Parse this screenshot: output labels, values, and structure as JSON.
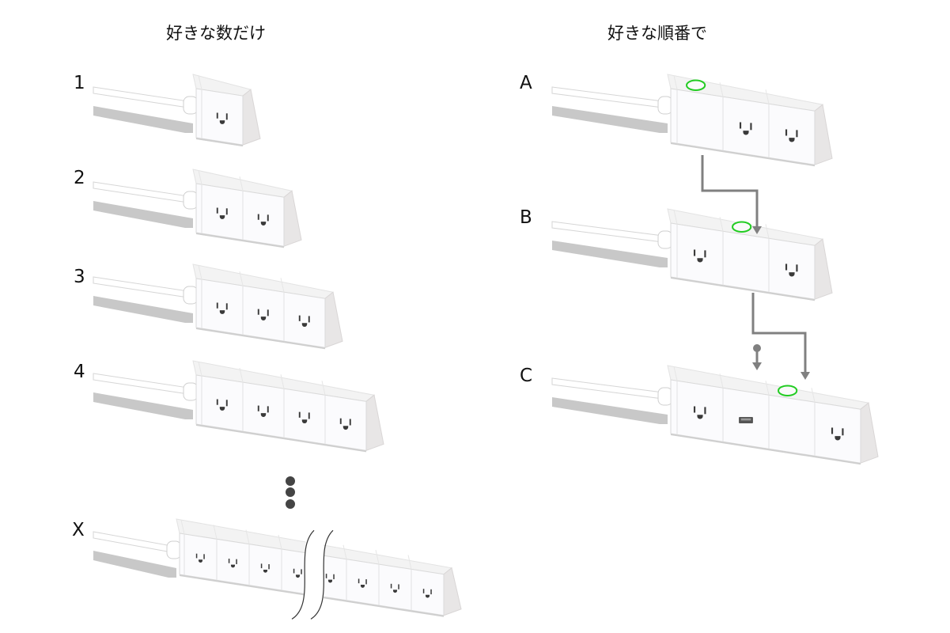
{
  "titles": {
    "left": "好きな数だけ",
    "right": "好きな順番で"
  },
  "left_column": {
    "strips": [
      {
        "label": "1",
        "modules": [
          "outlet"
        ]
      },
      {
        "label": "2",
        "modules": [
          "outlet",
          "outlet"
        ]
      },
      {
        "label": "3",
        "modules": [
          "outlet",
          "outlet",
          "outlet"
        ]
      },
      {
        "label": "4",
        "modules": [
          "outlet",
          "outlet",
          "outlet",
          "outlet"
        ]
      }
    ],
    "ellipsis": "more-dots",
    "extended": {
      "label": "X",
      "modules": [
        "outlet",
        "outlet",
        "outlet",
        "outlet",
        "break",
        "outlet",
        "outlet",
        "outlet",
        "outlet"
      ]
    }
  },
  "right_column": {
    "strips": [
      {
        "label": "A",
        "modules": [
          "switch",
          "outlet",
          "outlet"
        ]
      },
      {
        "label": "B",
        "modules": [
          "outlet",
          "switch",
          "outlet"
        ]
      },
      {
        "label": "C",
        "modules": [
          "outlet",
          "usb",
          "switch",
          "outlet"
        ]
      }
    ],
    "arrows": [
      {
        "from": "A.switch",
        "to": "B.switch"
      },
      {
        "from": "B.switch",
        "to": "C.switch"
      },
      {
        "from": "inserted",
        "to": "C.usb"
      }
    ]
  },
  "colors": {
    "switch_ring": "#22cc22",
    "arrow": "#808080",
    "body_front": "#fbfbfd",
    "body_top": "#f3f3f3",
    "body_end": "#e8e6e6",
    "shadow": "#c8c8c8",
    "hole": "#3a3a3a",
    "text": "#111111"
  }
}
